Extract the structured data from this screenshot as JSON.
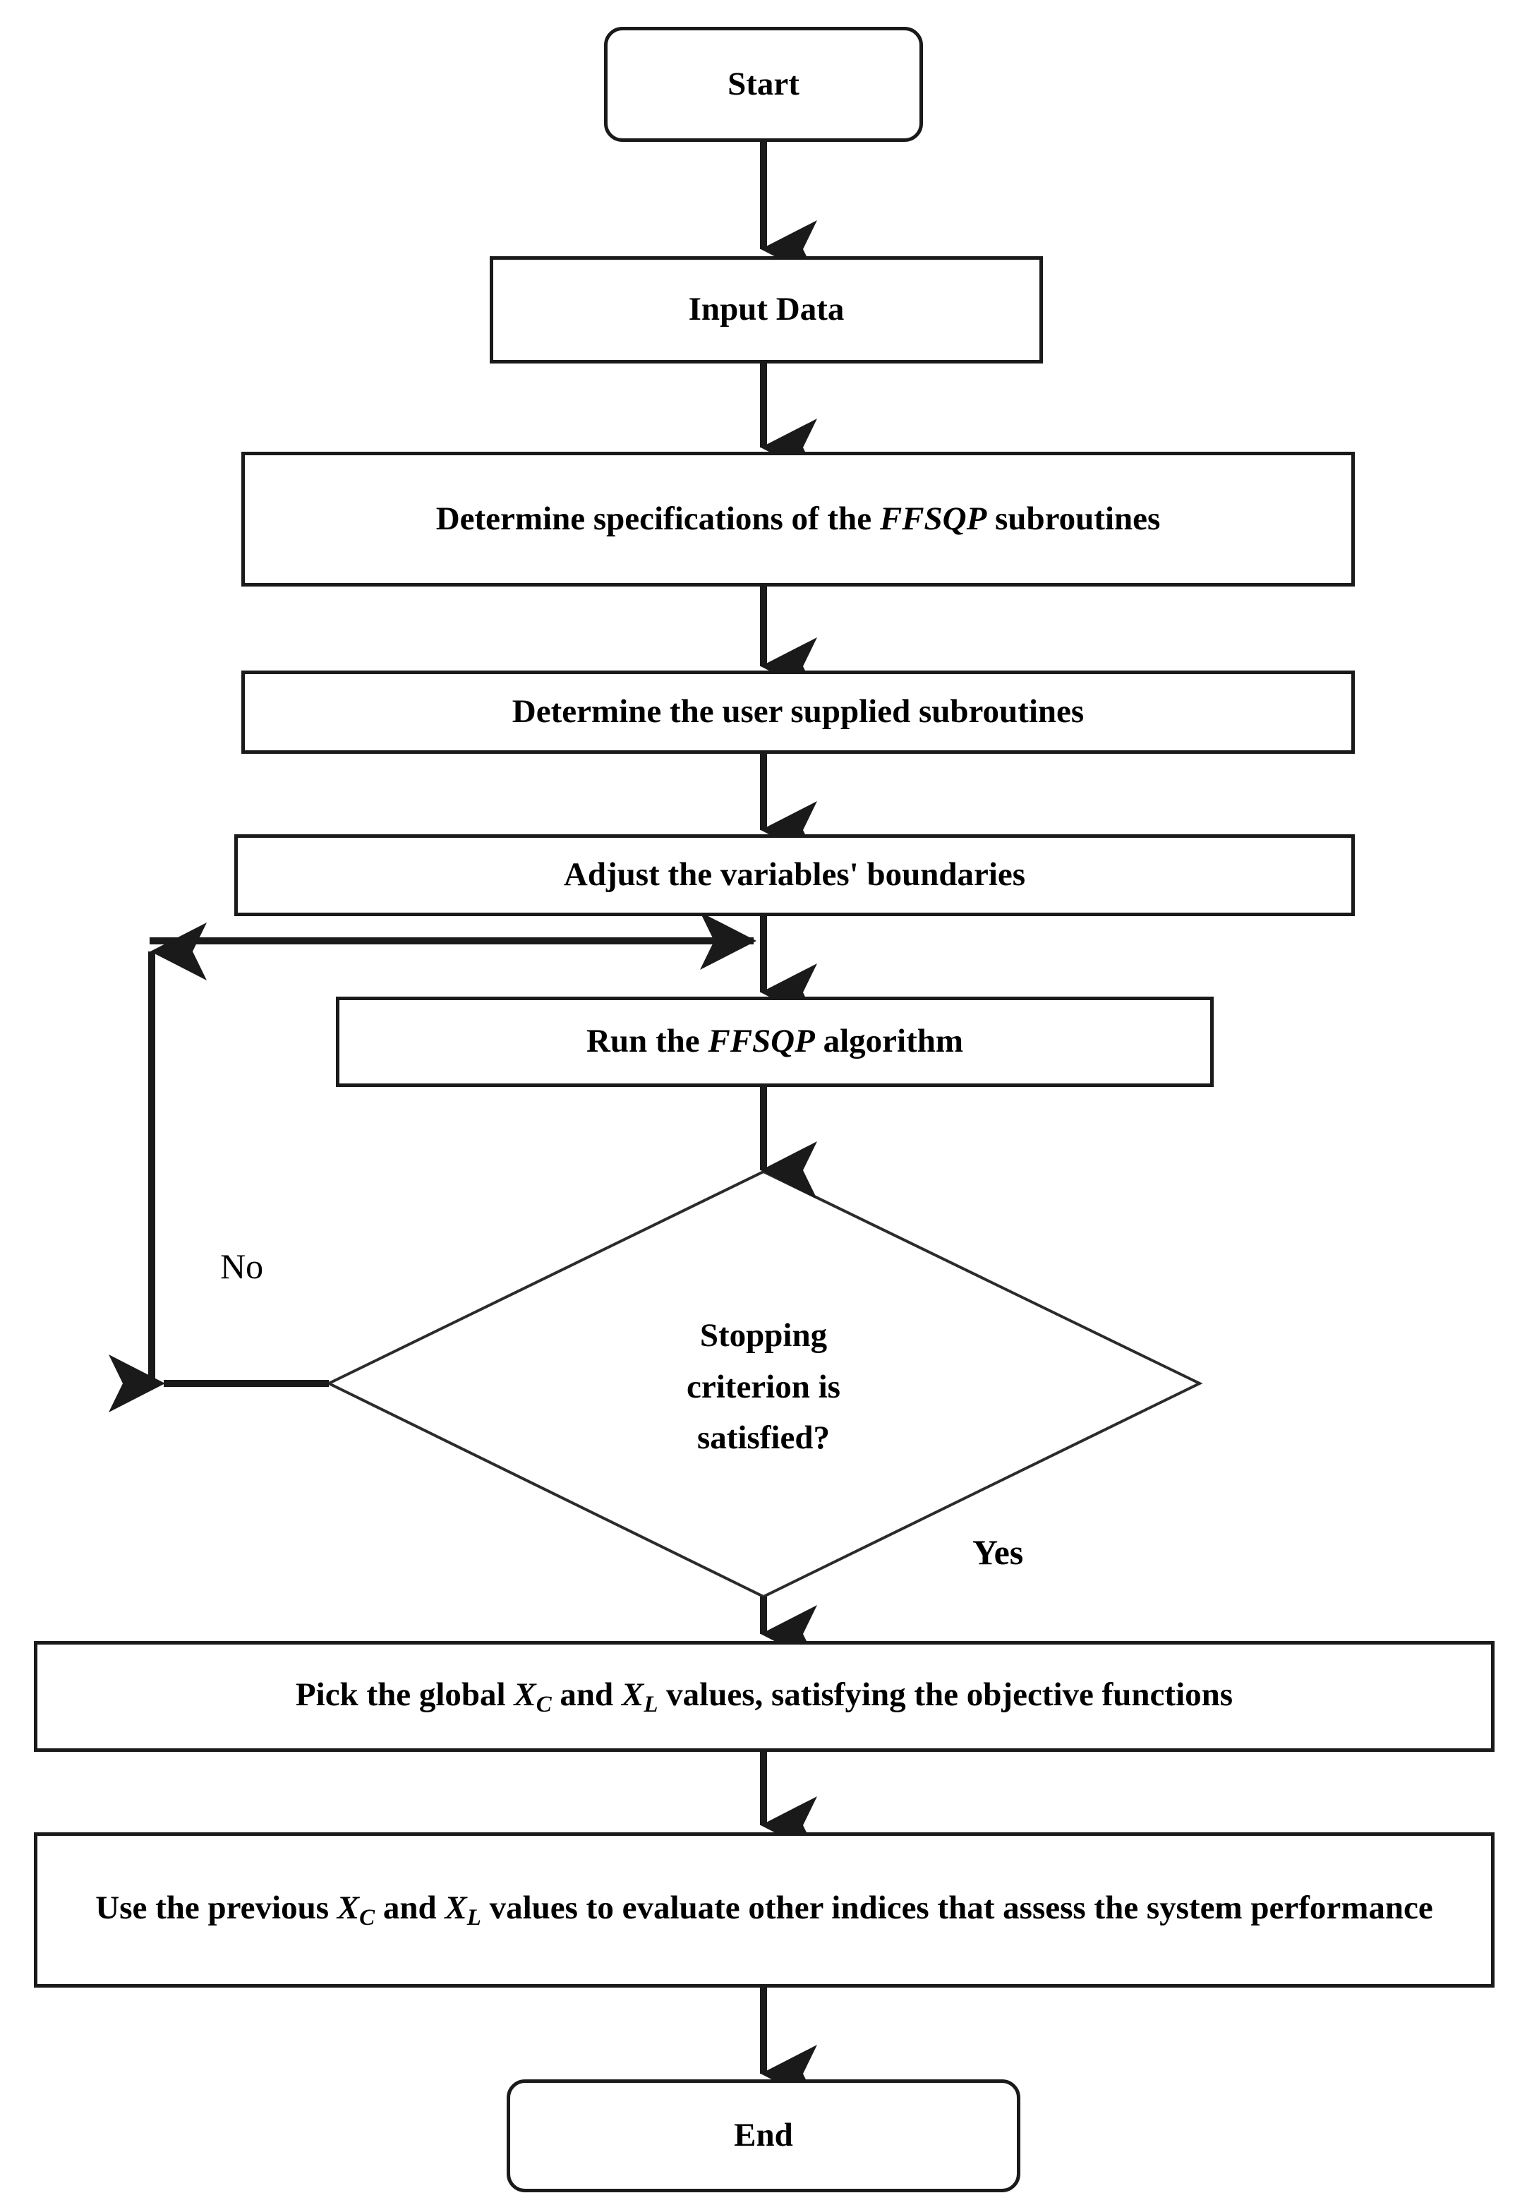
{
  "diagram": {
    "title": "FFSQP optimization algorithm flowchart",
    "background_color": "#ffffff",
    "line_color": "#1a1a1a",
    "text_color": "#000000"
  },
  "nodes": {
    "start": {
      "label": "Start",
      "shape": "terminator"
    },
    "input_data": {
      "label": "Input Data",
      "shape": "process"
    },
    "determine_specs": {
      "label": "Determine specifications of the FFSQP subroutines",
      "emphasis": "FFSQP",
      "shape": "process"
    },
    "determine_user_subroutines": {
      "label": "Determine the user supplied subroutines",
      "shape": "process"
    },
    "adjust_boundaries": {
      "label": "Adjust the variables' boundaries",
      "shape": "process"
    },
    "run_algorithm": {
      "label": "Run the FFSQP algorithm",
      "emphasis": "FFSQP",
      "shape": "process"
    },
    "decision": {
      "label": "Stopping criterion is satisfied?",
      "line1": "Stopping",
      "line2": "criterion is",
      "line3": "satisfied?",
      "shape": "decision"
    },
    "pick_global": {
      "label": "Pick the global XC and XL values, satisfying the objective functions",
      "shape": "process"
    },
    "use_previous": {
      "label": "Use the previous XC and XL values to evaluate other indices that assess the system performance",
      "shape": "process"
    },
    "end": {
      "label": "End",
      "shape": "terminator"
    }
  },
  "edge_labels": {
    "no": "No",
    "yes": "Yes"
  },
  "symbols": {
    "x_variable": "X",
    "subscript_capacitor": "C",
    "subscript_inductor": "L"
  }
}
